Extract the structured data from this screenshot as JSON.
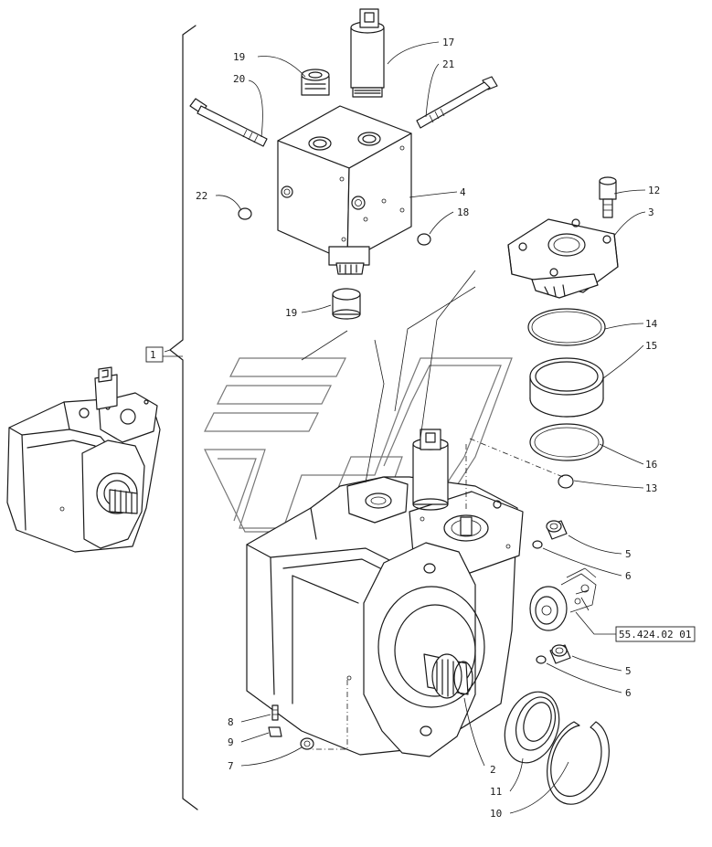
{
  "callouts": {
    "c1": "1",
    "c2": "2",
    "c3": "3",
    "c4": "4",
    "c5a": "5",
    "c5b": "5",
    "c6a": "6",
    "c6b": "6",
    "c7": "7",
    "c8": "8",
    "c9": "9",
    "c10": "10",
    "c11": "11",
    "c12": "12",
    "c13": "13",
    "c14": "14",
    "c15": "15",
    "c16": "16",
    "c17": "17",
    "c18": "18",
    "c19a": "19",
    "c19b": "19",
    "c20": "20",
    "c21": "21",
    "c22": "22",
    "ref": "55.424.02 01"
  }
}
